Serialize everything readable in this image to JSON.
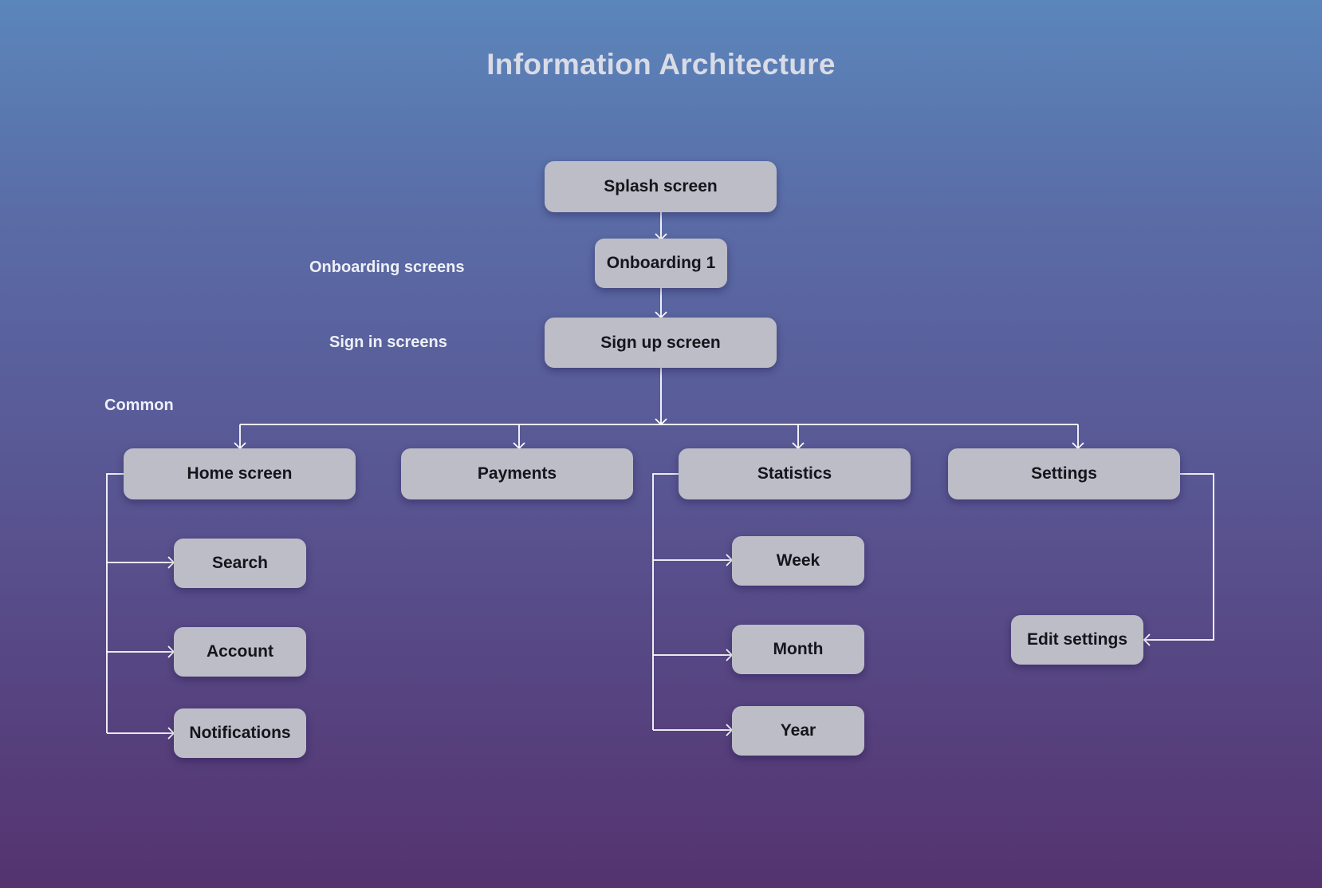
{
  "diagram": {
    "title": "Information Architecture",
    "section_labels": {
      "onboarding": "Onboarding screens",
      "sign_in": "Sign in screens",
      "common": "Common"
    },
    "nodes": {
      "splash": "Splash screen",
      "onboarding_1": "Onboarding 1",
      "sign_up": "Sign up screen",
      "home": "Home screen",
      "payments": "Payments",
      "statistics": "Statistics",
      "settings": "Settings",
      "search": "Search",
      "account": "Account",
      "notifications": "Notifications",
      "week": "Week",
      "month": "Month",
      "year": "Year",
      "edit_settings": "Edit settings"
    },
    "edges": [
      {
        "from": "Splash screen",
        "to": "Onboarding 1"
      },
      {
        "from": "Onboarding 1",
        "to": "Sign up screen"
      },
      {
        "from": "Sign up screen",
        "to": "Home screen"
      },
      {
        "from": "Sign up screen",
        "to": "Payments"
      },
      {
        "from": "Sign up screen",
        "to": "Statistics"
      },
      {
        "from": "Sign up screen",
        "to": "Settings"
      },
      {
        "from": "Home screen",
        "to": "Search"
      },
      {
        "from": "Home screen",
        "to": "Account"
      },
      {
        "from": "Home screen",
        "to": "Notifications"
      },
      {
        "from": "Statistics",
        "to": "Week"
      },
      {
        "from": "Statistics",
        "to": "Month"
      },
      {
        "from": "Statistics",
        "to": "Year"
      },
      {
        "from": "Settings",
        "to": "Edit settings"
      }
    ],
    "colors": {
      "background_top": "#5b86bb",
      "background_bottom": "#54336f",
      "node_fill": "#bcbdc6",
      "node_text": "#15151c",
      "connector": "#ffffff",
      "title_text": "#d9dbe6"
    }
  }
}
